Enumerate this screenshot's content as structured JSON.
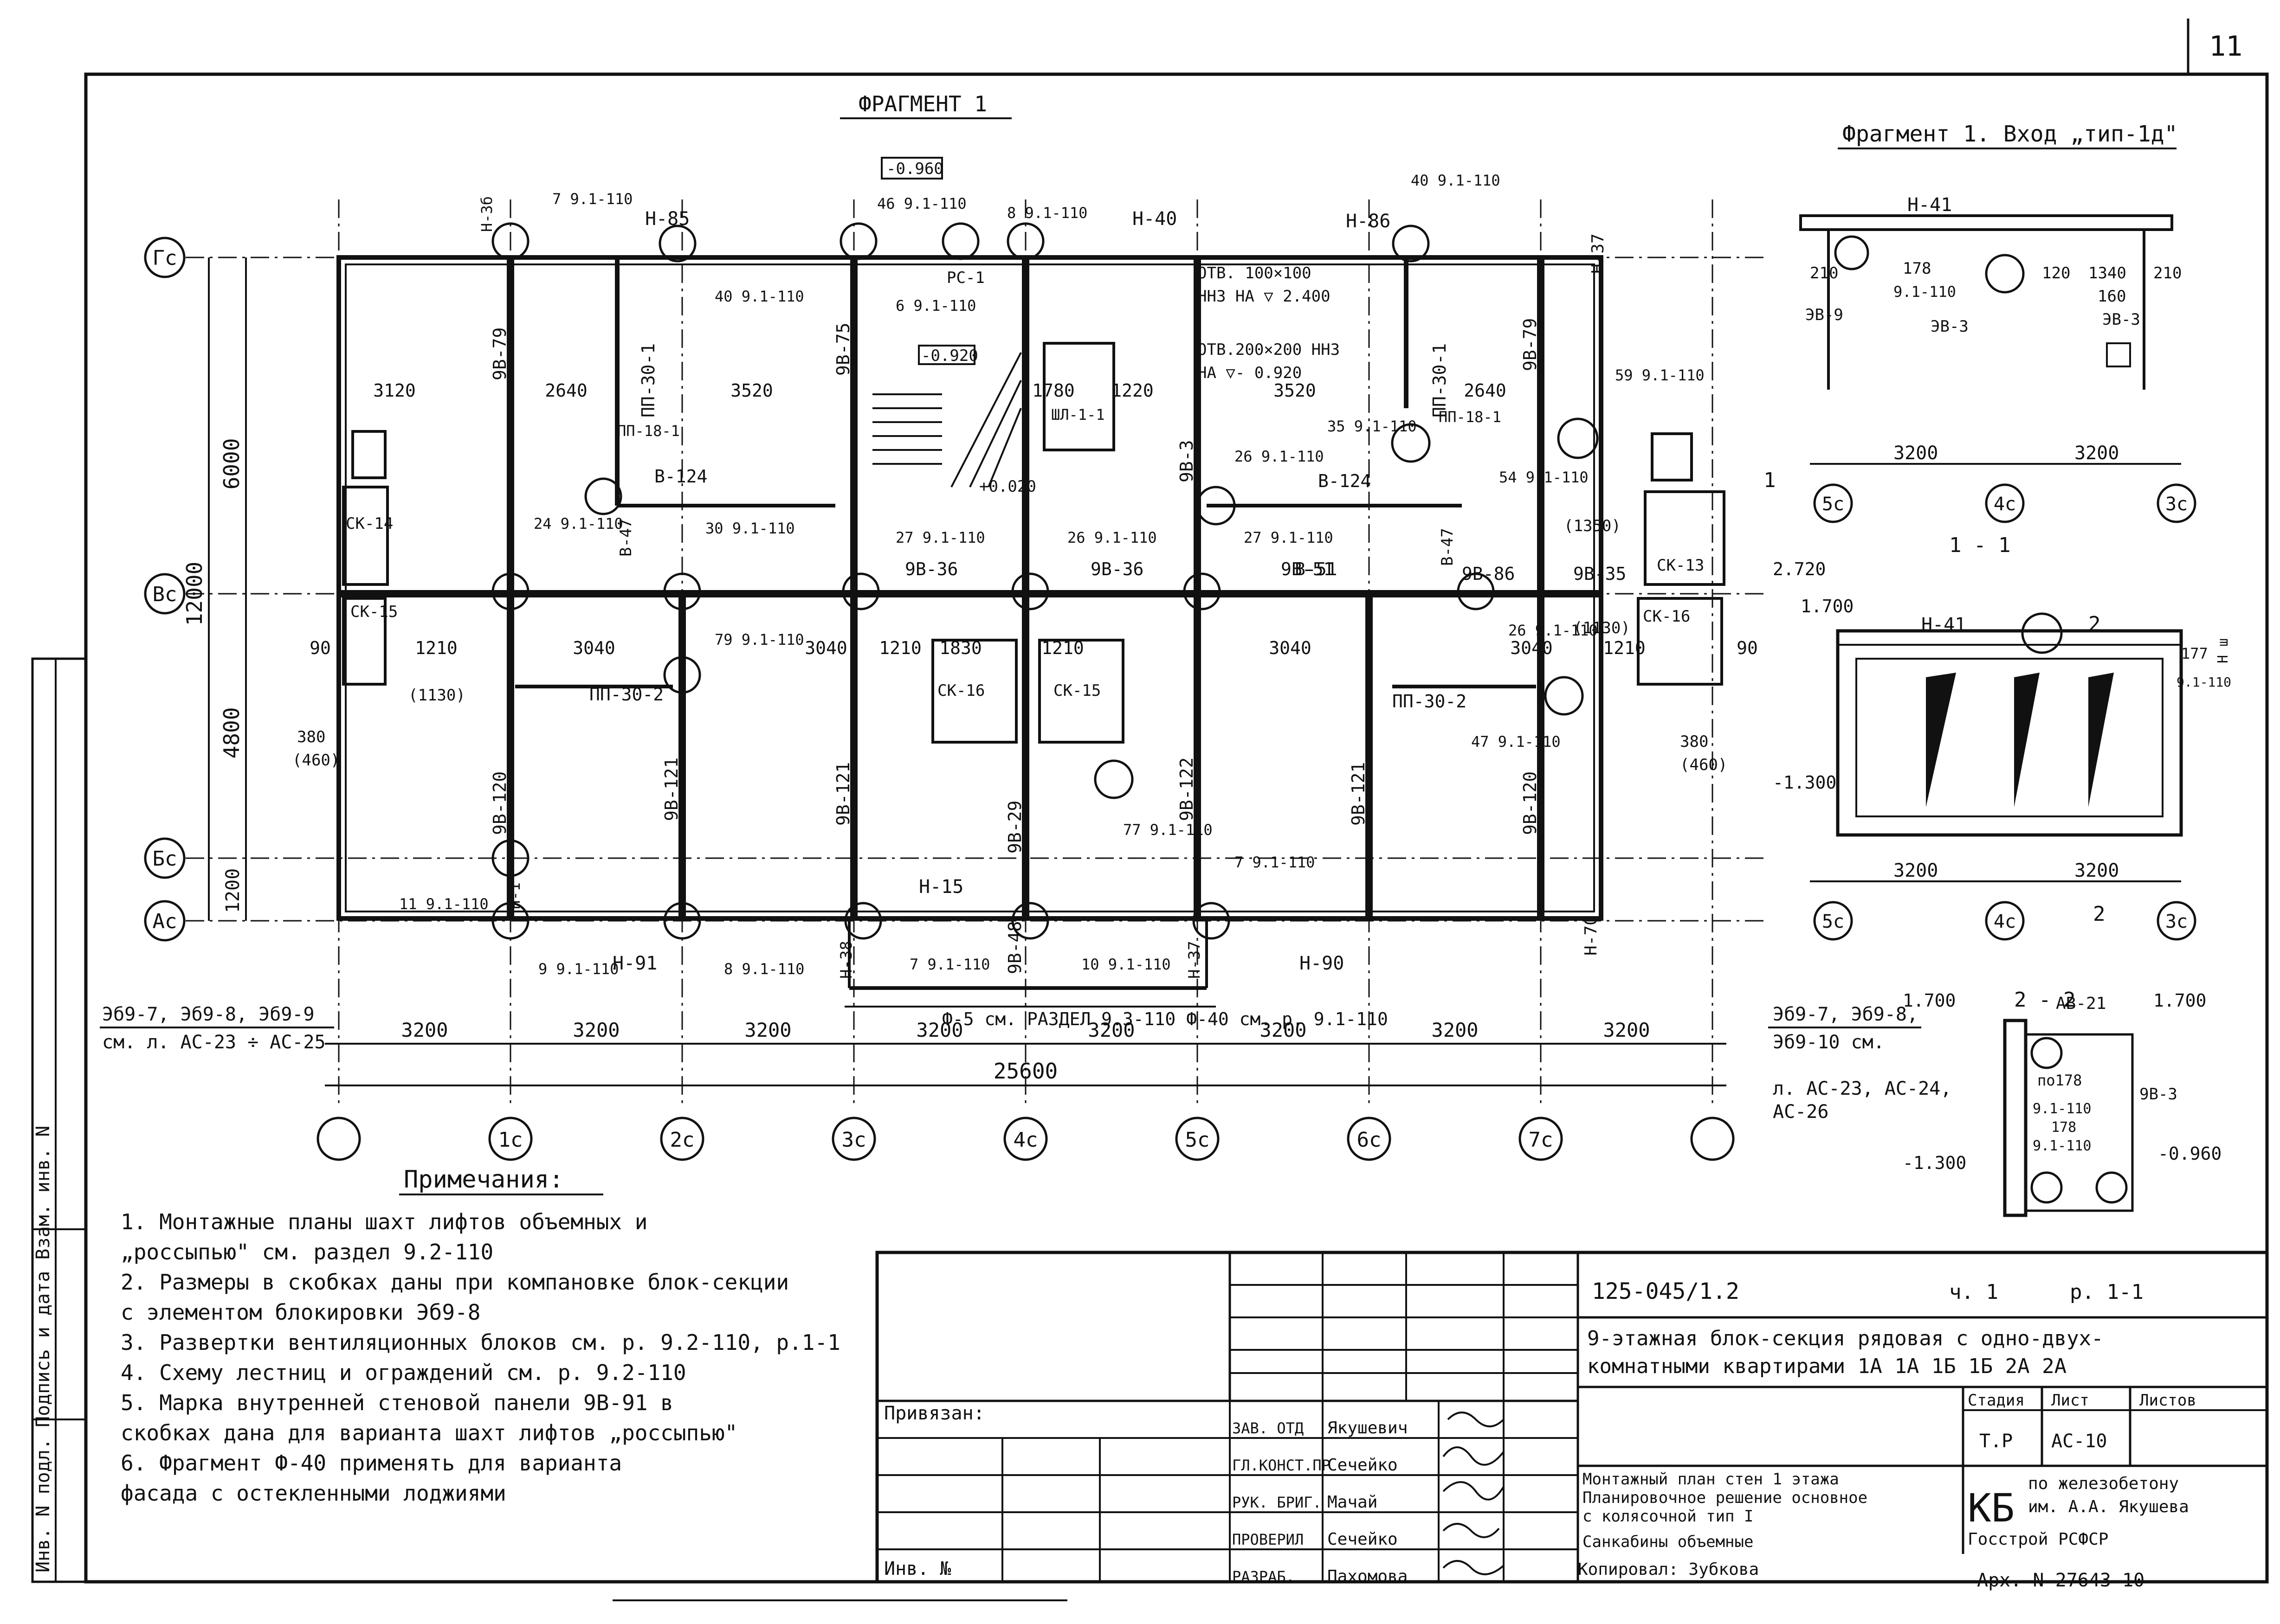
{
  "sheet": {
    "page_number": "11",
    "fragment_tag": "ФРАГМЕНТ 1",
    "fragment_title": "Фрагмент 1. Вход „тип-1д\""
  },
  "plan": {
    "axes_bottom": [
      "",
      "1с",
      "2с",
      "3с",
      "4с",
      "5с",
      "6с",
      "7с",
      ""
    ],
    "axes_left": [
      "Гс",
      "Вс",
      "Бс",
      "Ас"
    ],
    "bay_dims": [
      "3200",
      "3200",
      "3200",
      "3200",
      "3200",
      "3200",
      "3200",
      "3200"
    ],
    "overall_dim": "25600",
    "vertical_dims": [
      "6000",
      "4800",
      "1200",
      "12000"
    ],
    "room_dims_top": [
      "3120",
      "2640",
      "3520",
      "1780",
      "1220",
      "3520",
      "2640"
    ],
    "room_dims_mid": [
      "90",
      "1210",
      "3040",
      "3040",
      "1210",
      "1830",
      "1210",
      "3040",
      "3040",
      "1210",
      "90"
    ],
    "wall_panels": [
      "Н-85",
      "Н-40",
      "Н-86",
      "Н-37",
      "Н-15",
      "Н-91",
      "Н-90",
      "Н-70",
      "Н-38",
      "Н-37",
      "Н-3б",
      "Н-1"
    ],
    "inner_panels": [
      "9В-79",
      "9В-75",
      "9В-3",
      "9В-79",
      "9В-120",
      "9В-121",
      "9В-121",
      "9В-122",
      "9В-121",
      "9В-120",
      "9В-29",
      "9В-48",
      "9В-36",
      "9В-36",
      "9В-51",
      "9В-35",
      "9В-86"
    ],
    "partitions": [
      "ПП-30-1",
      "ПП-30-1",
      "ПП-30-2",
      "ПП-30-2",
      "ПП-18-1",
      "ПП-18-1"
    ],
    "beams": [
      "В-124",
      "В-124",
      "В-51",
      "В-47",
      "В-47",
      "РС-1",
      "ШЛ-1-1"
    ],
    "cabins": [
      "СК-14",
      "СК-15",
      "СК-16",
      "СК-15",
      "СК-16",
      "СК-13"
    ],
    "nodes": [
      "7 9.1-110",
      "40 9.1-110",
      "46 9.1-110",
      "8 9.1-110",
      "40 9.1-110",
      "6 9.1-110",
      "59 9.1-110",
      "26 9.1-110",
      "35 9.1-110",
      "54 9.1-110",
      "24 9.1-110",
      "30 9.1-110",
      "27 9.1-110",
      "26 9.1-110",
      "27 9.1-110",
      "79 9.1-110",
      "26 9.1-110",
      "47 9.1-110",
      "77 9.1-110",
      "7 9.1-110",
      "11 9.1-110",
      "9 9.1-110",
      "8 9.1-110",
      "7 9.1-110",
      "10 9.1-110"
    ],
    "openings": [
      "ОТВ. 100×100",
      "ННЗ НА ▽ 2.400",
      "ОТВ.200×200 ННЗ",
      "НА ▽- 0.920"
    ],
    "level_marks": [
      "-0.960",
      "-0.920",
      "+0.020"
    ],
    "note_left": "Эб9-7, Эб9-8, Эб9-9",
    "note_left2": "см. л. АС-23 ÷ АС-25",
    "note_right": "Эб9-7, Эб9-8,",
    "note_right2": "Эб9-10 см.",
    "note_right3": "л. АС-23, АС-24,",
    "note_right4": "АС-26",
    "fragment_note": "Ф-5 см. РАЗДЕЛ 9.3-110  Ф-40 см. р. 9.1-110",
    "bracket_dims": [
      "380",
      "(460)",
      "(1130)",
      "(1350)",
      "(1130)",
      "380",
      "(460)"
    ]
  },
  "fragment": {
    "panel": "Н-41",
    "dims": [
      "210",
      "178",
      "120",
      "1340",
      "210",
      "160"
    ],
    "items": [
      "ЭВ-9",
      "ЭВ-3",
      "ЭВ-3"
    ],
    "node": "9.1-110",
    "bay_dims": [
      "3200",
      "3200"
    ],
    "axes": [
      "5с",
      "4с",
      "3с"
    ],
    "section_mark": "1"
  },
  "section_1_1": {
    "title": "1 - 1",
    "levels": [
      "2.720",
      "1.700",
      "-1.300"
    ],
    "panel": "Н-41",
    "mark": "2",
    "side_label": "177",
    "side_label2": "9.1-110",
    "side_text": "Н ш",
    "bay_dims": [
      "3200",
      "3200"
    ],
    "axes": [
      "5с",
      "4с",
      "3с"
    ],
    "section_mark": "2"
  },
  "section_2_2": {
    "title": "2 - 2",
    "levels": [
      "1.700",
      "1.700",
      "-1.300",
      "-0.960"
    ],
    "labels": [
      "АВ-21",
      "по178",
      "9.1-110",
      "178",
      "9.1-110",
      "9В-3"
    ]
  },
  "notes": {
    "heading": "Примечания:",
    "lines": [
      "1. Монтажные планы шахт лифтов объемных и",
      "   „россыпью\" см. раздел 9.2-110",
      "2. Размеры в скобках даны при компановке блок-секции",
      "   с элементом блокировки Эб9-8",
      "3. Развертки вентиляционных блоков см. р. 9.2-110, р.1-1",
      "4. Схему лестниц и ограждений см. р. 9.2-110",
      "5. Марка внутренней стеновой панели 9В-91 в",
      "   скобках дана для варианта шахт лифтов „россыпью\"",
      "6. Фрагмент Ф-40 применять для варианта",
      "   фасада с остекленными лоджиями"
    ]
  },
  "titleblock": {
    "code": "125-045/1.2",
    "part": "ч. 1",
    "section": "р. 1-1",
    "title_line1": "9-этажная блок-секция рядовая с одно-двух-",
    "title_line2": "комнатными квартирами 1А 1А 1Б 1Б 2А 2А",
    "stage_label": "Стадия",
    "sheet_label": "Лист",
    "sheets_label": "Листов",
    "stage": "Т.Р",
    "sheet": "АС-10",
    "sheets": "",
    "privyazan": "Привязан:",
    "inv": "Инв. №",
    "roles": [
      "ЗАВ. ОТД",
      "ГЛ.КОНСТ.ПР",
      "РУК. БРИГ.",
      "ПРОВЕРИЛ",
      "РАЗРАБ."
    ],
    "names": [
      "Якушевич",
      "Сечейко",
      "Мачай",
      "Сечейко",
      "Пахомова"
    ],
    "desc_line1": "Монтажный план стен 1 этажа",
    "desc_line2": "Планировочное решение основное",
    "desc_line3": "с колясочной  тип I",
    "desc_line4": "Санкабины объемные",
    "org_line1": "по железобетону",
    "org_line2": "им. А.А. Якушева",
    "org_line3": "Госстрой  РСФСР",
    "org_mark": "КБ",
    "copied": "Копировал: Зубкова",
    "archive": "Арх. N 27643-10",
    "side_strip": "Инв. N подл. Подпись и дата Взам. инв. N"
  }
}
